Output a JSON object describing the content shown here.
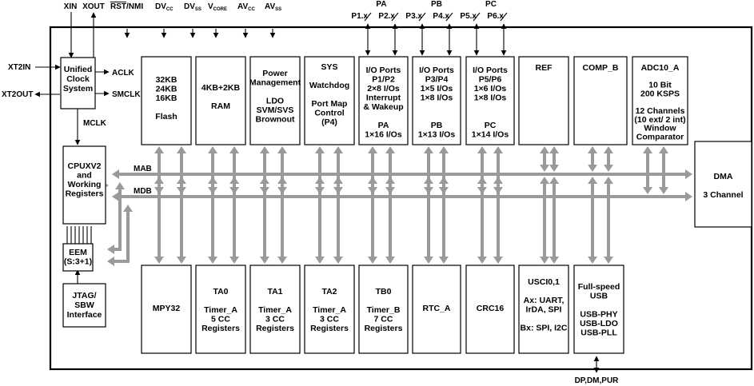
{
  "pins": {
    "xin": "XIN",
    "xout": "XOUT",
    "rst": "RST",
    "nmi": "/NMI",
    "dvcc": "DV",
    "dvcc_sub": "CC",
    "dvss": "DV",
    "dvss_sub": "SS",
    "vcore": "V",
    "vcore_sub": "CORE",
    "avcc": "AV",
    "avcc_sub": "CC",
    "avss": "AV",
    "avss_sub": "SS",
    "xt2in": "XT2IN",
    "xt2out": "XT2OUT",
    "usb_pins": "DP,DM,PUR"
  },
  "ports": {
    "pa": "PA",
    "pb": "PB",
    "pc": "PC",
    "p1": "P1.x",
    "p2": "P2.x",
    "p3": "P3.x",
    "p4": "P4.x",
    "p5": "P5.x",
    "p6": "P6.x"
  },
  "signals": {
    "aclk": "ACLK",
    "smclk": "SMCLK",
    "mclk": "MCLK",
    "mab": "MAB",
    "mdb": "MDB"
  },
  "blocks": {
    "ucs": [
      "Unified",
      "Clock",
      "System"
    ],
    "flash": [
      "32KB",
      "24KB",
      "16KB",
      "",
      "Flash"
    ],
    "ram": [
      "4KB+2KB",
      "",
      "RAM"
    ],
    "pmm": [
      "Power",
      "Management",
      "",
      "LDO",
      "SVM/SVS",
      "Brownout"
    ],
    "sys": [
      "SYS",
      "",
      "Watchdog",
      "",
      "Port Map",
      "Control",
      "(P4)"
    ],
    "io_pa": [
      "I/O Ports",
      "P1/P2",
      "2×8 I/Os",
      "Interrupt",
      "& Wakeup",
      "",
      "PA",
      "1×16 I/Os"
    ],
    "io_pb": [
      "I/O Ports",
      "P3/P4",
      "1×5 I/Os",
      "1×8 I/Os",
      "",
      "",
      "PB",
      "1×13 I/Os"
    ],
    "io_pc": [
      "I/O Ports",
      "P5/P6",
      "1×6 I/Os",
      "1×8 I/Os",
      "",
      "",
      "PC",
      "1×14 I/Os"
    ],
    "ref": [
      "REF"
    ],
    "comp": [
      "COMP_B"
    ],
    "adc": [
      "ADC10_A",
      "",
      "10 Bit",
      "200 KSPS",
      "",
      "12 Channels",
      "(10 ext/ 2 int)",
      "Window",
      "Comparator"
    ],
    "dma": [
      "DMA",
      "",
      "3 Channel"
    ],
    "cpu": [
      "CPUXV2",
      "and",
      "Working",
      "Registers"
    ],
    "eem": [
      "EEM",
      "(S:3+1)"
    ],
    "jtag": [
      "JTAG/",
      "SBW",
      "Interface"
    ],
    "mpy": [
      "MPY32"
    ],
    "ta0": [
      "TA0",
      "",
      "Timer_A",
      "5 CC",
      "Registers"
    ],
    "ta1": [
      "TA1",
      "",
      "Timer_A",
      "3 CC",
      "Registers"
    ],
    "ta2": [
      "TA2",
      "",
      "Timer_A",
      "3 CC",
      "Registers"
    ],
    "tb0": [
      "TB0",
      "",
      "Timer_B",
      "7 CC",
      "Registers"
    ],
    "rtc": [
      "RTC_A"
    ],
    "crc": [
      "CRC16"
    ],
    "usci": [
      "USCI0,1",
      "",
      "Ax: UART,",
      "IrDA, SPI",
      "",
      "Bx: SPI, I2C"
    ],
    "usb": [
      "Full-speed",
      "USB",
      "",
      "USB-PHY",
      "USB-LDO",
      "USB-PLL"
    ]
  }
}
